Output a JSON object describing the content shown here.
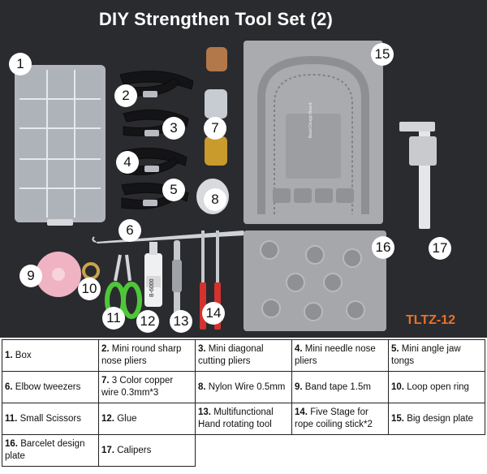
{
  "title": "DIY Strengthen Tool Set (2)",
  "product_code": "TLTZ-12",
  "markers": [
    "1",
    "2",
    "3",
    "4",
    "5",
    "6",
    "7",
    "8",
    "9",
    "10",
    "11",
    "12",
    "13",
    "14",
    "15",
    "16",
    "17"
  ],
  "legend": [
    {
      "num": "1.",
      "text": "Box"
    },
    {
      "num": "2.",
      "text": "Mini round sharp nose pliers"
    },
    {
      "num": "3.",
      "text": "Mini diagonal cutting pliers"
    },
    {
      "num": "4.",
      "text": "Mini needle nose pliers"
    },
    {
      "num": "5.",
      "text": "Mini angle jaw tongs"
    },
    {
      "num": "6.",
      "text": "Elbow tweezers"
    },
    {
      "num": "7.",
      "text": "3 Color copper wire 0.3mm*3"
    },
    {
      "num": "8.",
      "text": "Nylon Wire 0.5mm"
    },
    {
      "num": "9.",
      "text": "Band tape 1.5m"
    },
    {
      "num": "10.",
      "text": "Loop open ring"
    },
    {
      "num": "11.",
      "text": "Small Scissors"
    },
    {
      "num": "12.",
      "text": "Glue"
    },
    {
      "num": "13.",
      "text": "Multifunctional Hand rotating tool"
    },
    {
      "num": "14.",
      "text": "Five Stage for rope coiling stick*2"
    },
    {
      "num": "15.",
      "text": "Big design plate"
    },
    {
      "num": "16.",
      "text": "Barcelet design plate"
    },
    {
      "num": "17.",
      "text": "Calipers"
    }
  ],
  "glue_label": "B-6000",
  "plate_label": "Bead Design Board",
  "colors": {
    "background": "#2a2b2f",
    "accent": "#e8732a",
    "plate": "#a9abae"
  }
}
